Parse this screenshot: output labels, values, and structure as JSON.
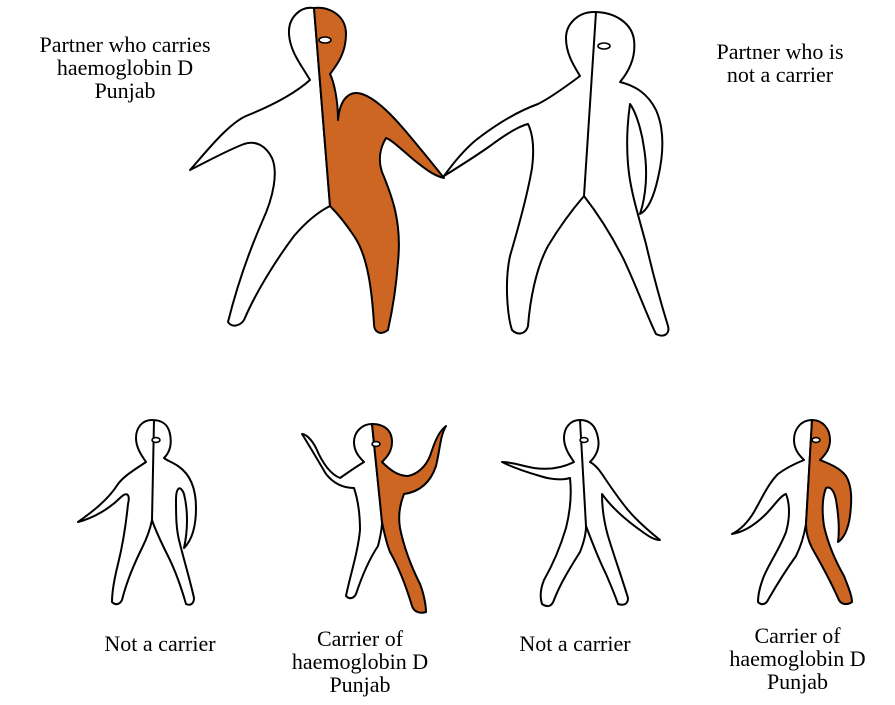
{
  "colors": {
    "carrier_fill": "#cc6622",
    "outline": "#000000",
    "background": "#ffffff"
  },
  "parents": {
    "carrier_label": "Partner who carries\nhaemoglobin D\nPunjab",
    "noncarrier_label": "Partner who is\nnot a carrier"
  },
  "children": [
    {
      "label": "Not a carrier",
      "carrier": false
    },
    {
      "label": "Carrier of\nhaemoglobin D\nPunjab",
      "carrier": true
    },
    {
      "label": "Not a carrier",
      "carrier": false
    },
    {
      "label": "Carrier of\nhaemoglobin D\nPunjab",
      "carrier": true
    }
  ]
}
